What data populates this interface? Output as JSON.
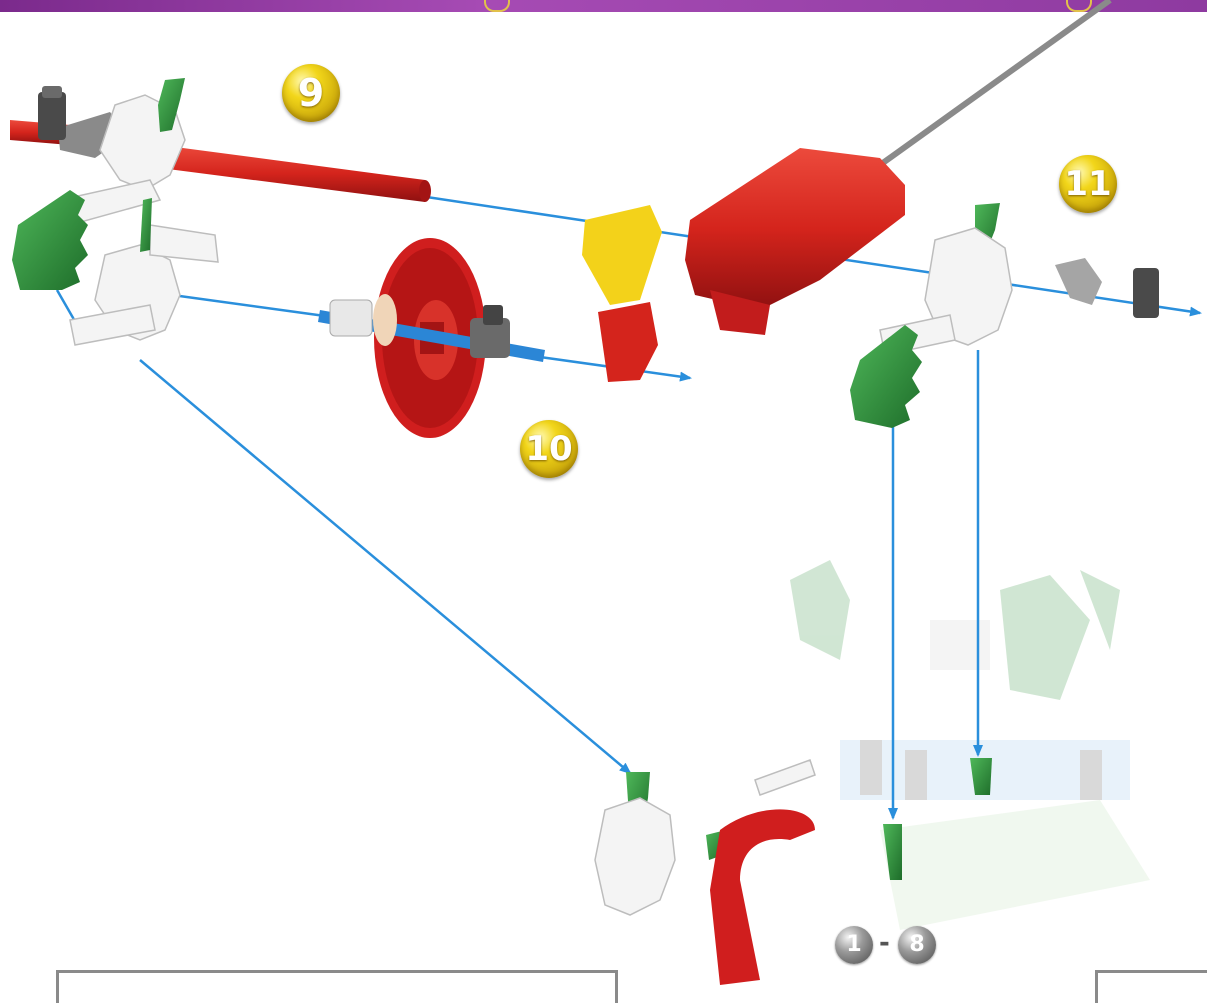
{
  "steps": {
    "step_9": "9",
    "step_10": "10",
    "step_11": "11"
  },
  "range": {
    "from": "1",
    "separator": "-",
    "to": "8"
  },
  "colors": {
    "header_band": "#8e3aa0",
    "arrow": "#2a8fdc",
    "rod_red": "#d4241c",
    "gear_red": "#d01e1e",
    "connector_green": "#2f8f3a",
    "clip_yellow": "#f3d21a",
    "badge_gold": "#e8c81a",
    "badge_gray": "#7a7a7a"
  }
}
